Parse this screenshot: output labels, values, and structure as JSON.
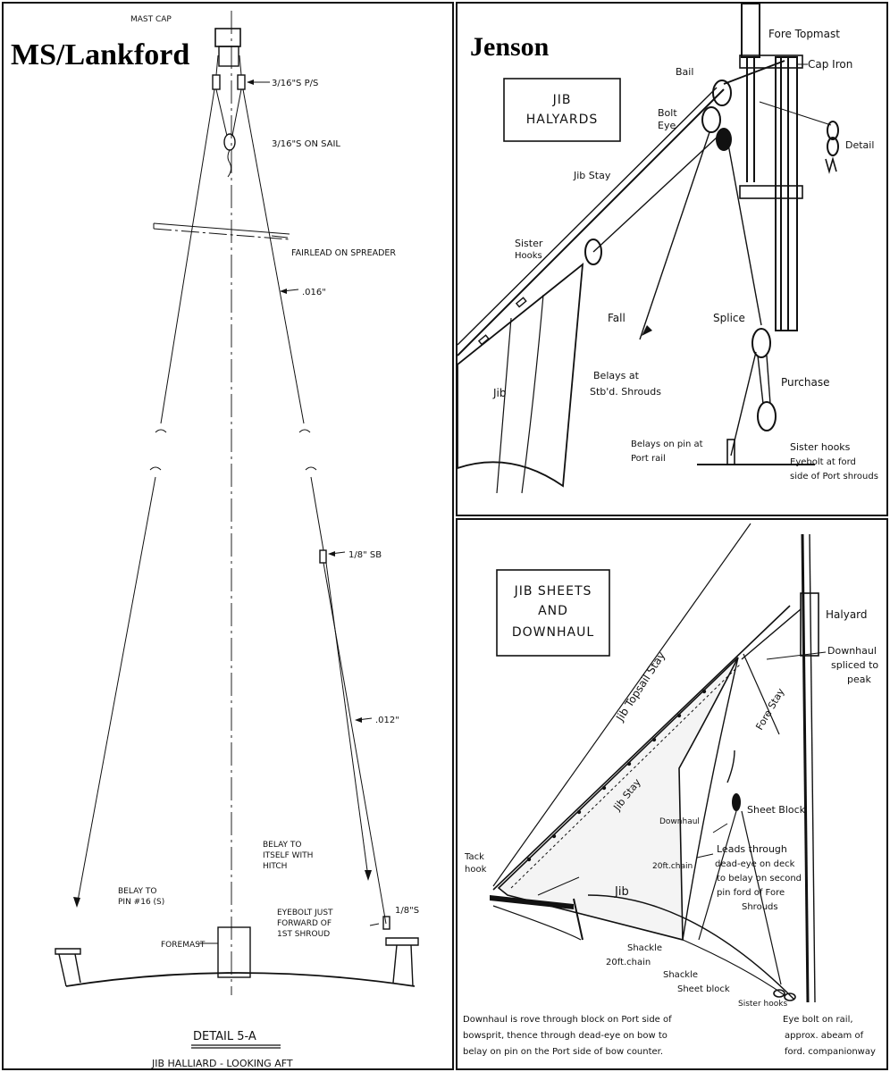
{
  "left": {
    "title": "MS/Lankford",
    "labels": {
      "mast_cap": "MAST CAP",
      "ps_block": "3/16\"S P/S",
      "on_sail": "3/16\"S ON SAIL",
      "fairlead": "FAIRLEAD ON SPREADER",
      "line_016": ".016\"",
      "sb": "1/8\" SB",
      "line_012": ".012\"",
      "belay_itself_1": "BELAY TO",
      "belay_itself_2": "ITSELF WITH",
      "belay_itself_3": "HITCH",
      "belay_pin_1": "BELAY TO",
      "belay_pin_2": "PIN #16 (S)",
      "eyebolt_1": "EYEBOLT JUST",
      "eyebolt_2": "FORWARD OF",
      "eyebolt_3": "1ST SHROUD",
      "s_block": "1/8\"S",
      "foremast": "FOREMAST",
      "detail": "DETAIL 5-A",
      "caption": "JIB HALLIARD - LOOKING AFT"
    }
  },
  "top": {
    "title": "Jenson",
    "box_line1": "JIB",
    "box_line2": "HALYARDS",
    "labels": {
      "fore_topmast": "Fore Topmast",
      "cap_iron": "Cap Iron",
      "bail": "Bail",
      "bolt": "Bolt",
      "eye": "Eye",
      "detail": "Detail",
      "jib_stay": "Jib Stay",
      "sister_hooks_1": "Sister",
      "sister_hooks_2": "Hooks",
      "fall": "Fall",
      "splice": "Splice",
      "belays_stbd_1": "Belays at",
      "belays_stbd_2": "Stb'd. Shrouds",
      "purchase": "Purchase",
      "jib": "Jib",
      "belays_pin_1": "Belays on pin at",
      "belays_pin_2": "Port rail",
      "sister_hooks_b": "Sister hooks",
      "eyebolt_1": "Eyebolt at ford",
      "eyebolt_2": "side of Port shrouds"
    }
  },
  "bottom": {
    "box_line1": "JIB SHEETS",
    "box_line2": "AND",
    "box_line3": "DOWNHAUL",
    "labels": {
      "halyard": "Halyard",
      "downhaul_spliced_1": "Downhaul",
      "downhaul_spliced_2": "spliced to",
      "downhaul_spliced_3": "peak",
      "jib_topsail_stay": "Jib Topsail Stay",
      "fore_stay": "Fore Stay",
      "jib_stay": "Jib Stay",
      "downhaul": "Downhaul",
      "sheet_block": "Sheet Block",
      "chain_20": "20ft.chain",
      "jib": "Jib",
      "leads_1": "Leads through",
      "leads_2": "dead-eye on deck",
      "leads_3": "to belay on second",
      "leads_4": "pin ford of Fore",
      "leads_5": "Shrouds",
      "tack_1": "Tack",
      "tack_2": "hook",
      "shackle": "Shackle",
      "chain_20b": "20ft.chain",
      "shackle_b": "Shackle",
      "sheet_block_b": "Sheet block",
      "sister_hooks": "Sister hooks",
      "note_1": "Downhaul is rove through block on Port side of",
      "note_2": "bowsprit, thence through dead-eye on bow to",
      "note_3": "belay on pin on the Port side of bow counter.",
      "eyebolt_1": "Eye bolt on rail,",
      "eyebolt_2": "approx. abeam of",
      "eyebolt_3": "ford. companionway"
    }
  }
}
